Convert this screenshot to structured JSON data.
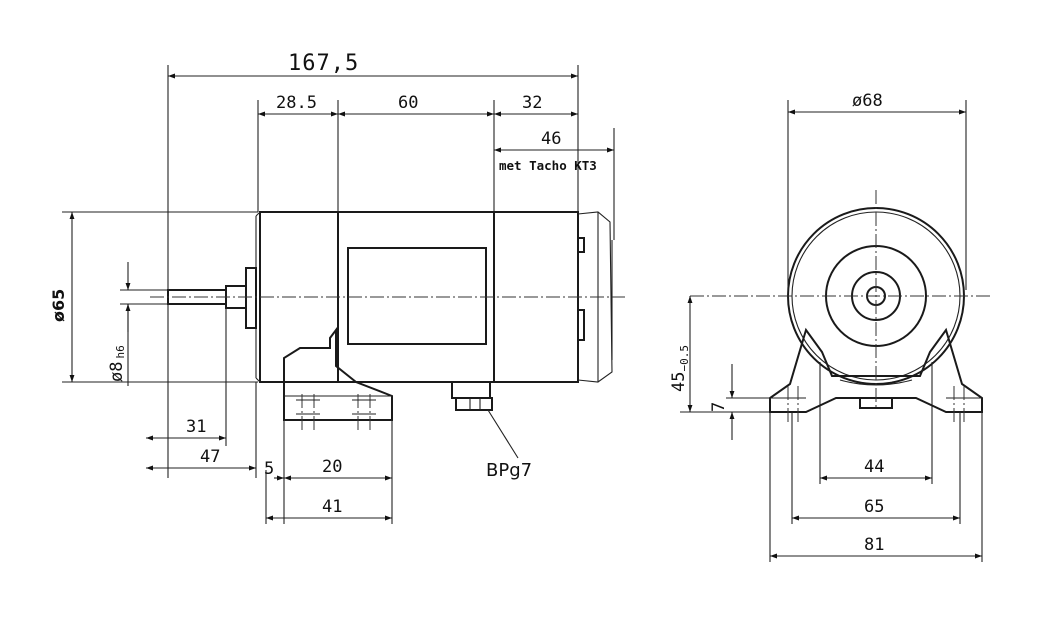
{
  "side_view": {
    "overall_length": "167,5",
    "seg_shaft_side": "28.5",
    "seg_body": "60",
    "seg_rear": "32",
    "tacho_length": "46",
    "tacho_note": "met Tacho KT3",
    "diameter_body": "ø65",
    "shaft_diameter": "ø8",
    "shaft_tolerance": "h6",
    "shaft_dim_31": "31",
    "shaft_dim_47": "47",
    "foot_dim_5": "5",
    "foot_dim_20": "20",
    "foot_dim_41": "41",
    "gland_label": "BPg7"
  },
  "end_view": {
    "diameter": "ø68",
    "center_height": "45",
    "center_height_tol": "−0.5",
    "foot_height": "7",
    "hole_spacing_inner": "44",
    "hole_spacing_outer": "65",
    "foot_width": "81"
  }
}
